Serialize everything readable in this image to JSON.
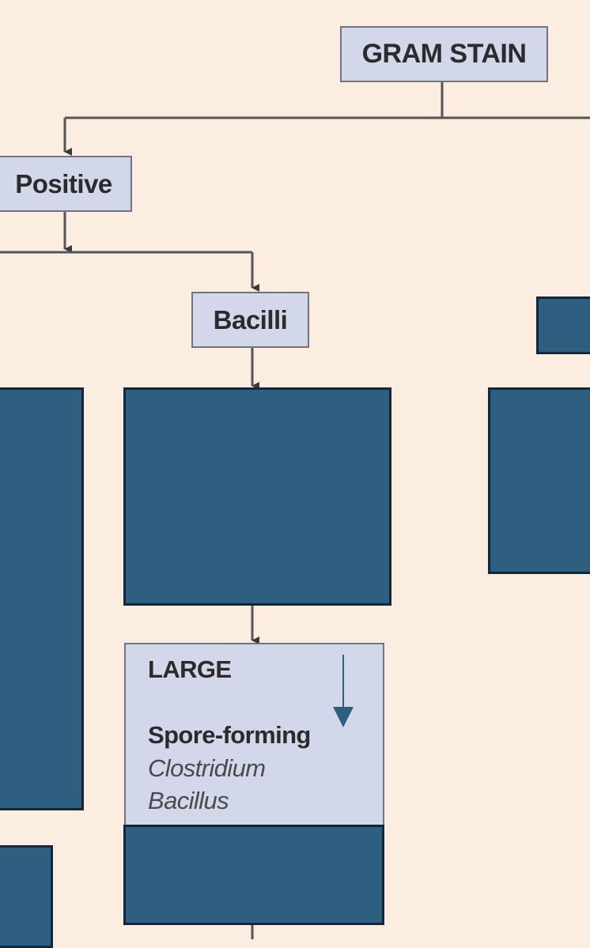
{
  "labels": {
    "gram_stain": "GRAM STAIN",
    "positive": "Positive",
    "bacilli": "Bacilli"
  },
  "info_box": {
    "size": "LARGE",
    "category": "Spore-forming",
    "organisms": [
      "Clostridium",
      "Bacillus"
    ]
  },
  "colors": {
    "background": "#fbede0",
    "label_box": "#d3d7ea",
    "hidden_block": "#2e5f80",
    "connector": "#555555",
    "annotation_arrow": "#2e5f80"
  }
}
